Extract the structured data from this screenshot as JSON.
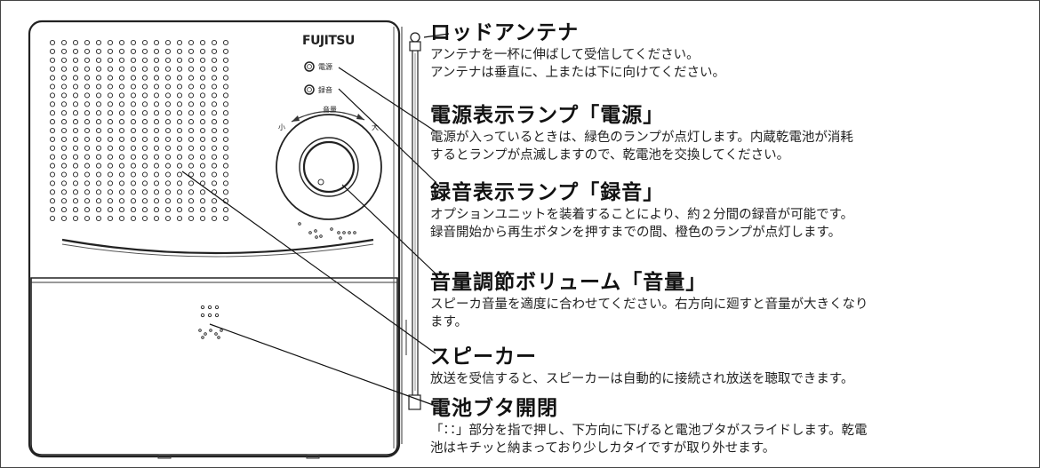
{
  "device": {
    "brand": "FUJITSU",
    "lamp_power_label": "電源",
    "lamp_record_label": "録音",
    "volume_label": "音量",
    "volume_min_label": "小",
    "volume_max_label": "大"
  },
  "callouts": [
    {
      "title": "ロッドアンテナ",
      "lines": [
        "アンテナを一杯に伸ばして受信してください。",
        "アンテナは垂直に、上または下に向けてください。"
      ]
    },
    {
      "title": "電源表示ランプ「電源」",
      "lines": [
        "電源が入っているときは、緑色のランプが点灯します。内蔵乾電池が消耗",
        "するとランプが点滅しますので、乾電池を交換してください。"
      ]
    },
    {
      "title": "録音表示ランプ「録音」",
      "lines": [
        "オプションユニットを装着することにより、約２分間の録音が可能です。",
        "録音開始から再生ボタンを押すまでの間、橙色のランプが点灯します。"
      ]
    },
    {
      "title": "音量調節ボリューム「音量」",
      "lines": [
        "スピーカ音量を適度に合わせてください。右方向に廻すと音量が大きくなり",
        "ます。"
      ]
    },
    {
      "title": "スピーカー",
      "lines": [
        "放送を受信すると、スピーカーは自動的に接続され放送を聴取できます。"
      ]
    },
    {
      "title": "電池ブタ開閉",
      "lines": [
        "「∷」部分を指で押し、下方向に下げると電池ブタがスライドします。乾電",
        "池はキチッと納まっており少しカタイですが取り外せます。"
      ]
    }
  ]
}
